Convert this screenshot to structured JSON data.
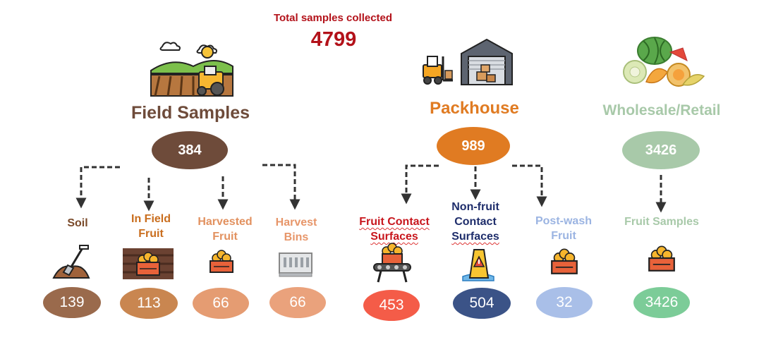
{
  "title": {
    "label": "Total samples collected",
    "value": "4799"
  },
  "sections": {
    "field": {
      "label": "Field Samples",
      "count": "384"
    },
    "packhouse": {
      "label": "Packhouse",
      "count": "989"
    },
    "retail": {
      "label": "Wholesale/Retail",
      "count": "3426"
    }
  },
  "leaves": [
    {
      "lines": [
        "Soil"
      ],
      "count": "139"
    },
    {
      "lines": [
        "In Field",
        "Fruit"
      ],
      "count": "113"
    },
    {
      "lines": [
        "Harvested",
        "Fruit"
      ],
      "count": "66"
    },
    {
      "lines": [
        "Harvest",
        "Bins"
      ],
      "count": "66"
    },
    {
      "lines": [
        "Fruit Contact",
        "Surfaces"
      ],
      "count": "453"
    },
    {
      "lines": [
        "Non-fruit",
        "Contact",
        "Surfaces"
      ],
      "count": "504"
    },
    {
      "lines": [
        "Post-wash",
        "Fruit"
      ],
      "count": "32"
    },
    {
      "lines": [
        "Fruit Samples"
      ],
      "count": "3426"
    }
  ],
  "colors": {
    "title": "#b3121a",
    "field_dark": "#6e4b3a",
    "packhouse": "#e07b22",
    "retail": "#a8c9a9",
    "soil_oval": "#9a6a4c",
    "infield_oval": "#c98650",
    "harvested_oval": "#e59c72",
    "bins_oval": "#eaa27c",
    "contact_oval": "#f45c48",
    "noncontact_oval": "#3b5387",
    "postwash_oval": "#a9bfe8",
    "fruit_oval": "#7ccc98",
    "arrow": "#333333"
  },
  "icons": [
    "farm-field-icon",
    "warehouse-icon",
    "forklift-icon",
    "melons-icon",
    "shovel-soil-icon",
    "fruit-crate-icon",
    "harvest-bin-icon",
    "conveyor-icon",
    "wet-floor-sign-icon"
  ]
}
